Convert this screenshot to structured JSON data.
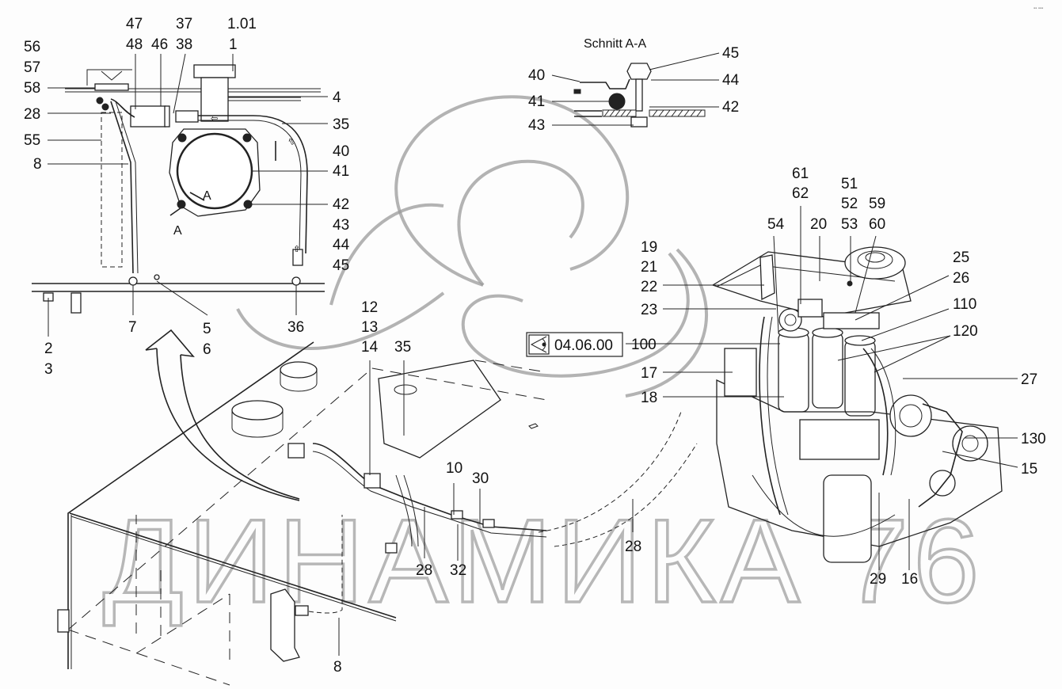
{
  "section_title": "Schnitt A-A",
  "section_marker": "A",
  "reference_box": {
    "icon": "eye-view-icon",
    "text": "04.06.00"
  },
  "watermark": {
    "text": "ДИНАМИКА 76",
    "logo": "swirl-logo"
  },
  "corner_mark": "▪▪ ▪▪▪",
  "top_view_labels": {
    "left_stack": [
      "56",
      "57",
      "58",
      "28",
      "55",
      "8"
    ],
    "top_47_48": [
      "47",
      "48"
    ],
    "top_46": "46",
    "top_37_38": [
      "37",
      "38"
    ],
    "top_1": [
      "1.01",
      "1"
    ],
    "right_4": "4",
    "right_35": "35",
    "right_stack": [
      "40",
      "41",
      "42",
      "43",
      "44",
      "45"
    ],
    "bottom_2_3": [
      "2",
      "3"
    ],
    "bottom_7": "7",
    "bottom_5_6": [
      "5",
      "6"
    ],
    "bottom_36": "36"
  },
  "section_labels": {
    "l40": "40",
    "l41": "41",
    "l43": "43",
    "r45": "45",
    "r44": "44",
    "r42": "42"
  },
  "engine_labels": {
    "left_stack": [
      "19",
      "21",
      "22",
      "23"
    ],
    "l100": "100",
    "l17": "17",
    "l18": "18",
    "t54": "54",
    "t61_62": [
      "61",
      "62"
    ],
    "t20": "20",
    "t51_53": [
      "51",
      "52",
      "53"
    ],
    "t59_60": [
      "59",
      "60"
    ],
    "r25_26": [
      "25",
      "26"
    ],
    "r110": "110",
    "r120": "120",
    "r27": "27",
    "r130": "130",
    "r15": "15",
    "b29": "29",
    "b16": "16"
  },
  "tank_labels": {
    "t12_14": [
      "12",
      "13",
      "14"
    ],
    "t35": "35",
    "l10": "10",
    "l30": "30",
    "b28a": "28",
    "b32": "32",
    "b28b": "28",
    "b8": "8"
  }
}
